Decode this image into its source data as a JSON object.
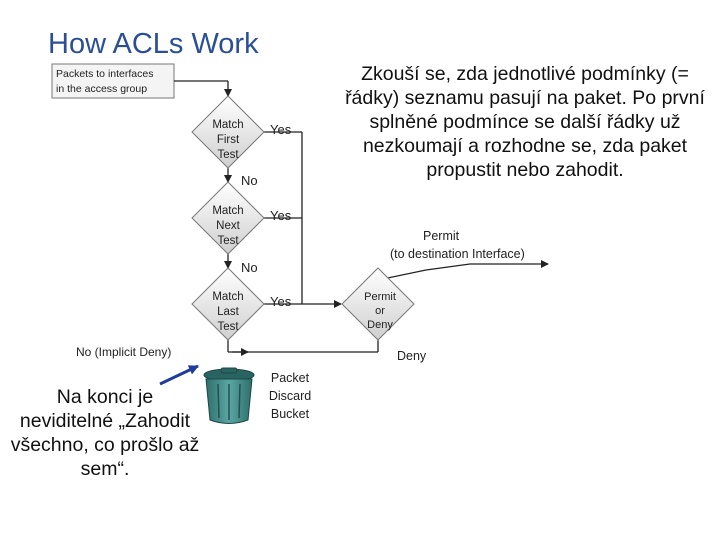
{
  "title": "How ACLs Work",
  "description": "Zkouší se, zda jednotlivé podmínky (= řádky) seznamu pasují na paket. Po první splněné podmínce se další řádky už nezkoumají a rozhodne se, zda paket propustit nebo zahodit.",
  "note": "Na konci je neviditelné „Zahodit všechno, co prošlo až sem“.",
  "diagram": {
    "start_box": {
      "line1": "Packets to interfaces",
      "line2": "in the access group"
    },
    "test1": {
      "line1": "Match",
      "line2": "First",
      "line3": "Test"
    },
    "test2": {
      "line1": "Match",
      "line2": "Next",
      "line3": "Test"
    },
    "test3": {
      "line1": "Match",
      "line2": "Last",
      "line3": "Test"
    },
    "yes_label": "Yes",
    "no_label": "No",
    "implicit_deny": "No (Implicit Deny)",
    "decision": {
      "line1": "Permit",
      "line2": "or",
      "line3": "Deny"
    },
    "permit_label": "Permit",
    "permit_dest": "(to destination Interface)",
    "deny_label": "Deny",
    "bucket": {
      "line1": "Packet",
      "line2": "Discard",
      "line3": "Bucket"
    }
  },
  "colors": {
    "title": "#2a4f97",
    "arrow": "#1f3c9c",
    "bucket": "#3e8a88"
  }
}
